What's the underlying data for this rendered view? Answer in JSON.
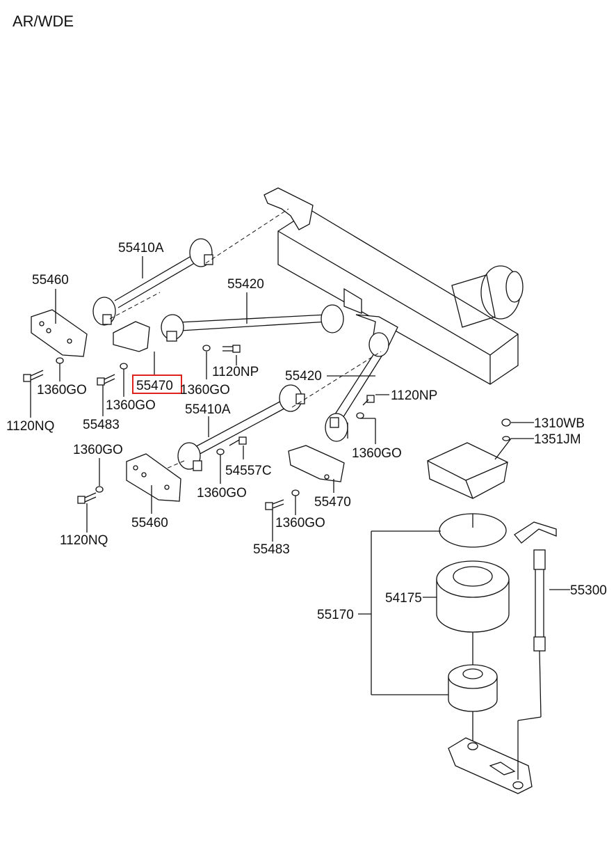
{
  "diagram": {
    "title": "AR/WDE",
    "highlight_color": "#e0201b",
    "labels": {
      "l55410A_top": "55410A",
      "l55460_top": "55460",
      "l55420_top": "55420",
      "l1120NP_top": "1120NP",
      "l1360GO_a": "1360GO",
      "l55470_hl": "55470",
      "l1360GO_b": "1360GO",
      "l1360GO_c": "1360GO",
      "l55483_a": "55483",
      "l1120NQ_a": "1120NQ",
      "l55420_mid": "55420",
      "l1120NP_mid": "1120NP",
      "l55410A_mid": "55410A",
      "l1360GO_d": "1360GO",
      "l54557C": "54557C",
      "l1360GO_e": "1360GO",
      "l1360GO_f": "1360GO",
      "l1120NQ_b": "1120NQ",
      "l55460_bot": "55460",
      "l55470_bot": "55470",
      "l1360GO_g": "1360GO",
      "l55483_b": "55483",
      "l1310WB": "1310WB",
      "l1351JM": "1351JM",
      "l55300": "55300",
      "l54175": "54175",
      "l55170": "55170"
    }
  }
}
